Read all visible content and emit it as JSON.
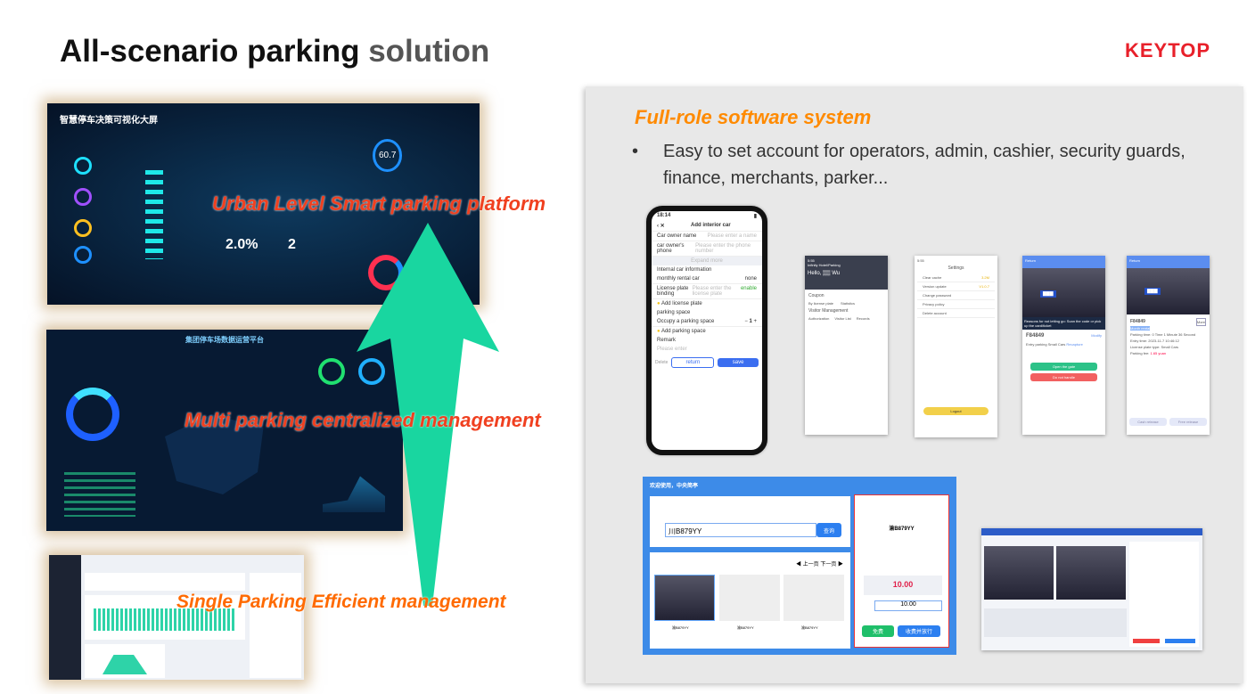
{
  "title_main": "All-scenario parking",
  "title_rest": " solution",
  "logo": "KEYTOP",
  "left": {
    "dash1_title": "智慧停车决策可视化大屏",
    "dash1_stat1": "2.0%",
    "dash1_stat2": "2",
    "dash1_gauge": "60.7",
    "dash2_title": "集团停车场数据运营平台",
    "overlay1": "Urban Level Smart parking platform",
    "overlay2": "Multi parking centralized management",
    "overlay3": "Single Parking Efficient management"
  },
  "panel": {
    "heading": "Full-role software system",
    "bullet": "Easy to set account for operators, admin, cashier, security guards, finance, merchants, parker..."
  },
  "phone1": {
    "time": "18:14",
    "title": "Add interior car",
    "owner_name": "Car owner name",
    "owner_name_ph": "Please enter a name",
    "owner_phone": "car owner's phone",
    "owner_phone_ph": "Please enter the phone number",
    "expand": "Expand more",
    "internal": "Internal car information",
    "type": "monthly rental car",
    "none": "none",
    "plate": "License plate binding",
    "plate_ph": "Please enter the license plate",
    "enable": "enable",
    "add_plate": "Add license plate",
    "space": "parking space",
    "occupy": "Occupy a parking space",
    "qty": "1",
    "add_space": "Add parking space",
    "remark": "Remark",
    "remark_ph": "Please enter",
    "delete": "Delete",
    "return": "return",
    "save": "save"
  },
  "phone2": {
    "time": "5:55",
    "org": "Infinity Hotel/Parking",
    "hello": "Hello,",
    "name": "Wu",
    "coupon": "Coupon",
    "c1": "By license plate",
    "c2": "Statistics",
    "visitor": "Visitor Management",
    "v1": "Authorization",
    "v2": "Visitor List",
    "v3": "Records"
  },
  "phone3": {
    "time": "5:55",
    "title": "Settings",
    "items": [
      "Clear cache",
      "Version update",
      "Change password",
      "Privacy policy",
      "Delete account"
    ],
    "cache": "3.2M",
    "version": "V1.0.7",
    "logout": "Logout"
  },
  "phone4": {
    "back": "Return",
    "notice": "Reasons for not letting go: Scan the code or pick up the card/ticket",
    "plate": "F84849",
    "modify": "Modify",
    "entry": "Entry parking",
    "cartype": "Small Cars",
    "recapture": "Recapture",
    "open": "Open the gate",
    "cancel": "Do not handle"
  },
  "phone5": {
    "back": "Return",
    "plate": "F84849",
    "badge": "Month rental",
    "more": "More",
    "ptime_l": "Parking time:",
    "ptime": "0 Time 1 Minute 36 Second",
    "entry_l": "Entry time:",
    "entry": "2023-11-7 10:46:12",
    "ptype_l": "License plate type:",
    "ptype": "Small Cars",
    "fee_l": "Parking fee:",
    "fee": "1.65 yuan",
    "cash": "Cash release",
    "free": "Free release"
  },
  "cashier": {
    "welcome": "欢迎使用，中央简亭",
    "plate_input": "川B879YY",
    "query": "查询",
    "prev": "◀ 上一页",
    "next": "下一页 ▶",
    "plate_result": "渝B879YY",
    "amount": "10.00",
    "received": "10.00",
    "free": "免费",
    "collect": "收费并放行",
    "cars": [
      "渝B879YY",
      "渝B879YY",
      "渝B879YY"
    ]
  }
}
